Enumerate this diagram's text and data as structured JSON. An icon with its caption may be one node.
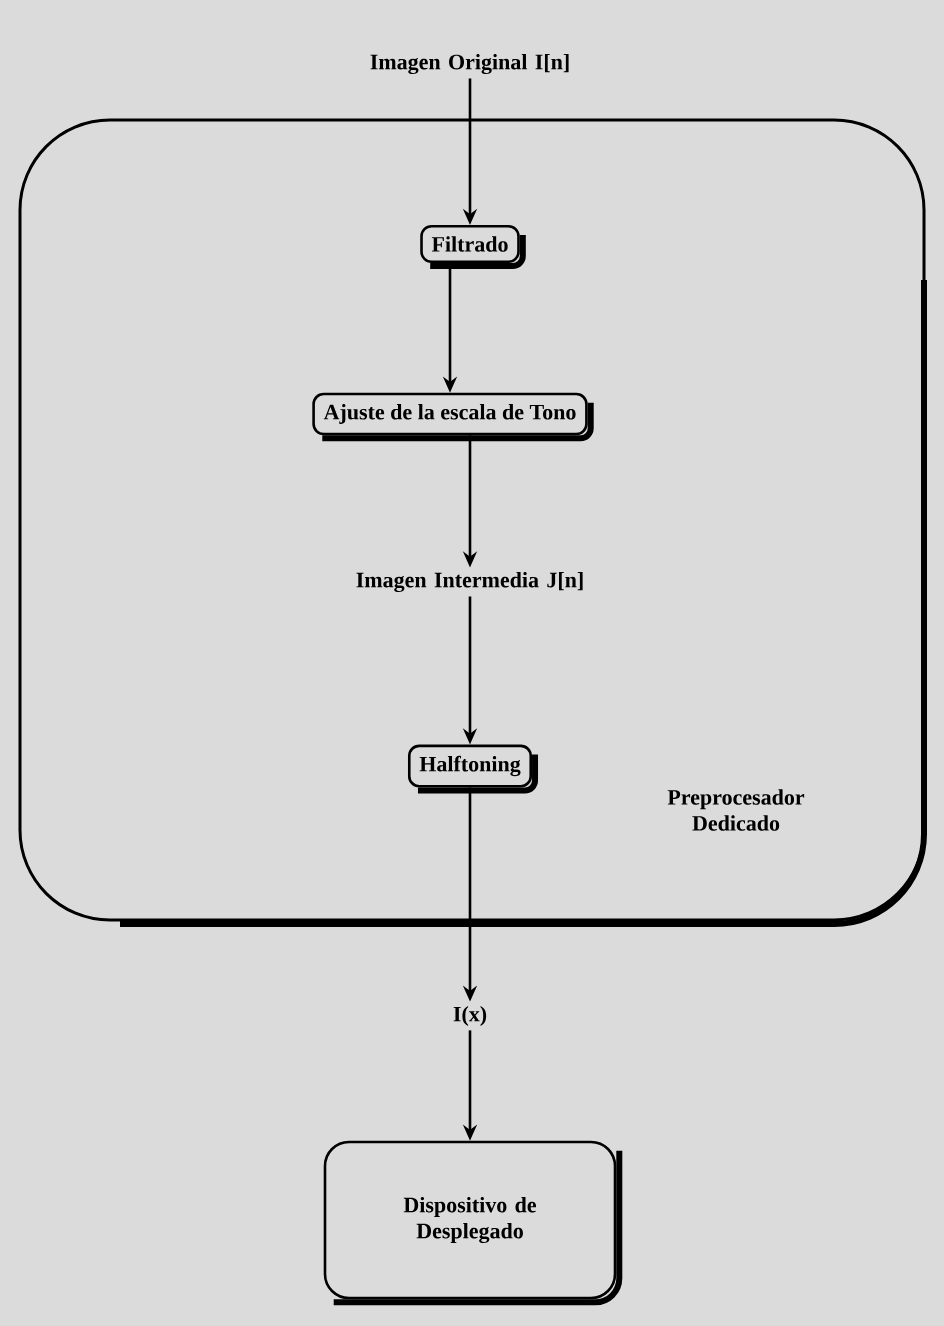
{
  "diagram": {
    "nodes": [
      {
        "text": [
          "Imagen Original I[n]"
        ]
      },
      {
        "text": [
          "Preprocesador Dedicado"
        ]
      },
      {
        "text": [
          "Filtrado"
        ],
        "in": 1
      },
      {
        "text": [
          "Ajuste de la escala de Tono"
        ],
        "in": 1
      },
      {
        "text": [
          "Imagen Intermedia J[n]"
        ],
        "in": 1
      },
      {
        "text": [
          "Halftoning"
        ],
        "in": 1
      },
      {
        "text": [
          "I(x)"
        ]
      },
      {
        "text": [
          "Dispositivo de Desplegado"
        ]
      }
    ],
    "edges": [
      {
        "from": 0,
        "to": 2,
        "arrow": "to"
      },
      {
        "from": 2,
        "to": 3,
        "arrow": "to"
      },
      {
        "from": 3,
        "to": 4,
        "arrow": "to"
      },
      {
        "from": 4,
        "to": 5,
        "arrow": "to"
      },
      {
        "from": 5,
        "to": 6,
        "arrow": "to"
      },
      {
        "from": 6,
        "to": 7,
        "arrow": "to"
      }
    ]
  }
}
